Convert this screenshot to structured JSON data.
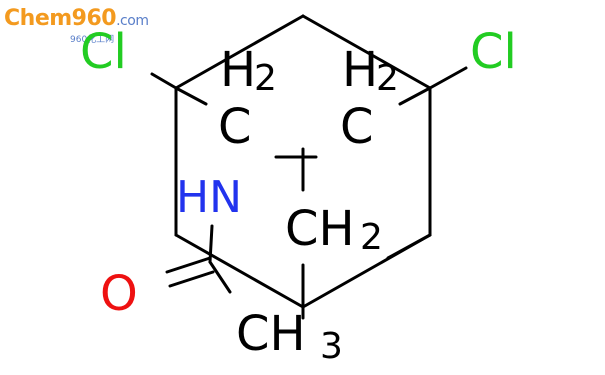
{
  "logo": {
    "text_c": "C",
    "text_hem": "hem",
    "text_960": "960",
    "text_dotcom": ".com",
    "subtitle": "960化工网",
    "color_orange": "#f39a1f",
    "color_blue": "#5a7fc9"
  },
  "molecule": {
    "atoms": {
      "cl_left": "Cl",
      "cl_right": "Cl",
      "ch2_top_left_h": "H",
      "ch2_top_left_sub": "2",
      "ch2_top_left_c": "C",
      "ch2_top_right_h": "H",
      "ch2_top_right_sub": "2",
      "ch2_top_right_c": "C",
      "nh": "HN",
      "ch2_center": "CH",
      "ch2_center_sub": "2",
      "oxygen": "O",
      "ch3": "CH",
      "ch3_sub": "3"
    },
    "colors": {
      "chlorine": "#22cc22",
      "nitrogen": "#2233ee",
      "oxygen": "#ee1111",
      "carbon": "#000000"
    }
  }
}
